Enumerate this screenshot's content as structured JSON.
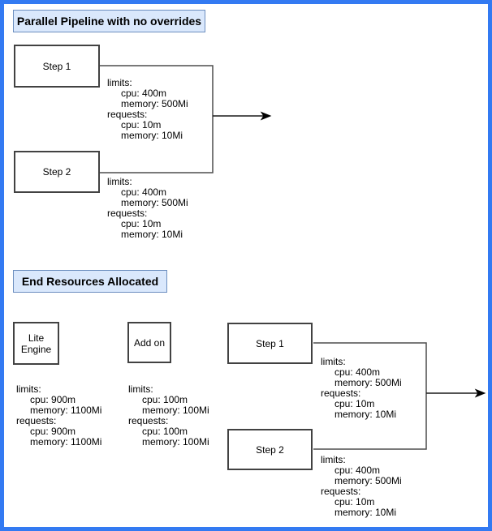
{
  "colors": {
    "page_border": "#337af2",
    "title_fill": "#dae8fc",
    "title_border": "#6c8ebf",
    "shape_border": "#424242",
    "connector": "#4d4d4d",
    "text": "#000000"
  },
  "top_section": {
    "title": "Parallel Pipeline with no overrides",
    "step1": {
      "label": "Step 1"
    },
    "step2": {
      "label": "Step 2"
    },
    "step1_resources": [
      "limits:",
      "cpu: 400m",
      "memory: 500Mi",
      "requests:",
      "cpu: 10m",
      "memory: 10Mi"
    ],
    "step2_resources": [
      "limits:",
      "cpu: 400m",
      "memory: 500Mi",
      "requests:",
      "cpu: 10m",
      "memory: 10Mi"
    ]
  },
  "bottom_section": {
    "title": "End Resources Allocated",
    "lite_engine": {
      "label_line1": "Lite",
      "label_line2": "Engine"
    },
    "lite_engine_resources": [
      "limits:",
      "cpu: 900m",
      "memory: 1100Mi",
      "requests:",
      "cpu: 900m",
      "memory: 1100Mi"
    ],
    "add_on": {
      "label": "Add on"
    },
    "add_on_resources": [
      "limits:",
      "cpu: 100m",
      "memory: 100Mi",
      "requests:",
      "cpu: 100m",
      "memory: 100Mi"
    ],
    "step1": {
      "label": "Step 1"
    },
    "step1_resources": [
      "limits:",
      "cpu: 400m",
      "memory: 500Mi",
      "requests:",
      "cpu: 10m",
      "memory: 10Mi"
    ],
    "step2": {
      "label": "Step 2"
    },
    "step2_resources": [
      "limits:",
      "cpu: 400m",
      "memory: 500Mi",
      "requests:",
      "cpu: 10m",
      "memory: 10Mi"
    ]
  }
}
